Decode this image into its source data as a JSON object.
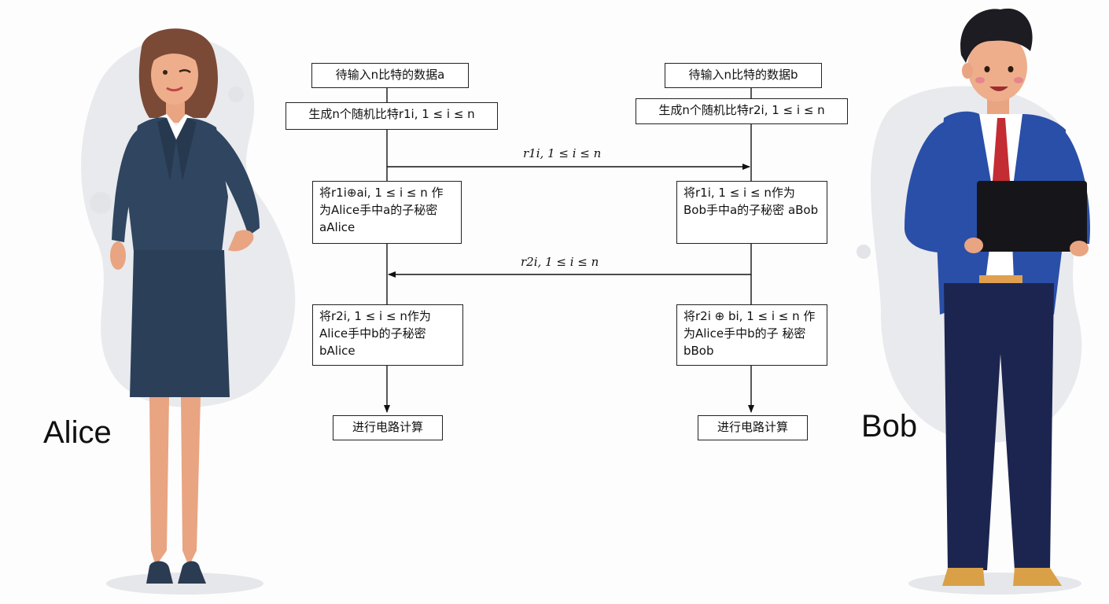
{
  "alice": {
    "name": "Alice"
  },
  "bob": {
    "name": "Bob"
  },
  "alice_steps": {
    "input": "待输入n比特的数据a",
    "gen": "生成n个随机比特r1i, 1 ≤ i ≤ n",
    "share_a": "将r1i⊕ai, 1 ≤ i ≤ n 作为Alice手中a的子秘密aAlice",
    "share_b": "将r2i, 1 ≤ i ≤ n作为 Alice手中b的子秘密 bAlice",
    "compute": "进行电路计算"
  },
  "bob_steps": {
    "input": "待输入n比特的数据b",
    "gen": "生成n个随机比特r2i, 1 ≤ i ≤ n",
    "share_a": "将r1i, 1 ≤ i ≤ n作为 Bob手中a的子秘密 aBob",
    "share_b": "将r2i ⊕ bi, 1 ≤ i ≤ n 作为Alice手中b的子 秘密bBob",
    "compute": "进行电路计算"
  },
  "messages": {
    "alice_to_bob": "r1i, 1 ≤ i ≤ n",
    "bob_to_alice": "r2i, 1 ≤ i ≤ n"
  },
  "colors": {
    "alice_suit": "#2f4560",
    "bob_suit": "#2a4fa8",
    "bob_pants": "#1c2550",
    "skin": "#e9a482",
    "backdrop": "#e9eaee"
  }
}
